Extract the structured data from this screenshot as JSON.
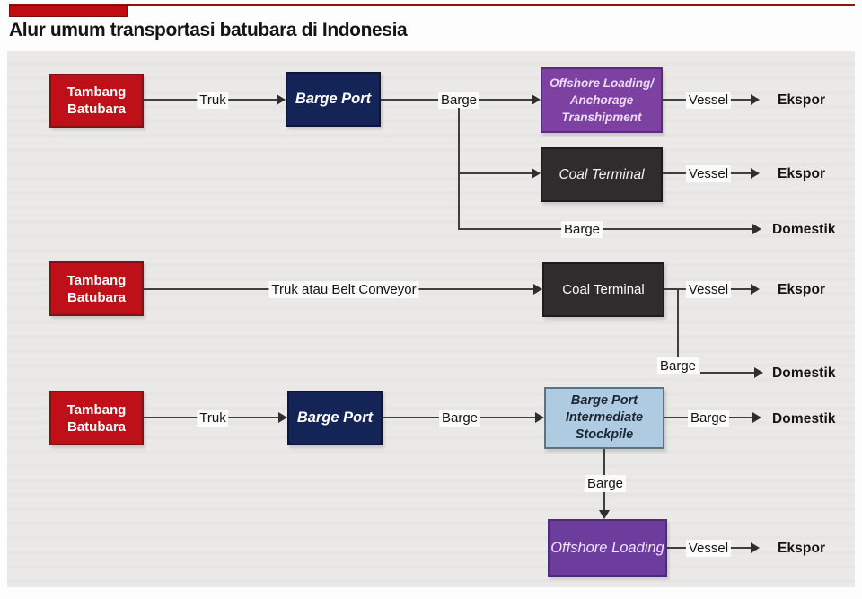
{
  "header": {
    "title": "Alur umum transportasi batubara di Indonesia"
  },
  "nodes": {
    "mine": {
      "label": "Tambang\nBatubara"
    },
    "barge_port": {
      "label": "Barge Port"
    },
    "offshore_anchorage": {
      "label": "Offshore Loading/\nAnchorage\nTranshipment"
    },
    "coal_terminal": {
      "label": "Coal Terminal"
    },
    "barge_port_stockpile": {
      "label": "Barge Port\nIntermediate\nStockpile"
    },
    "offshore_loading": {
      "label": "Offshore Loading"
    }
  },
  "edge_labels": {
    "truk": "Truk",
    "barge": "Barge",
    "vessel": "Vessel",
    "truk_atau_belt": "Truk atau Belt Conveyor"
  },
  "endpoints": {
    "ekspor": "Ekspor",
    "domestik": "Domestik"
  },
  "colors": {
    "accent_red": "#c00d14",
    "accent_dark_red": "#8f1511",
    "mine_fill": "#bf1019",
    "barge_port_fill": "#152457",
    "anchorage_fill": "#7d41a1",
    "coal_terminal_fill": "#2e2c2d",
    "stockpile_fill": "#aecbe2",
    "offshore_loading_fill": "#6c3d9d",
    "panel_bg": "#e9e8e5",
    "line": "#3f3f3f"
  }
}
